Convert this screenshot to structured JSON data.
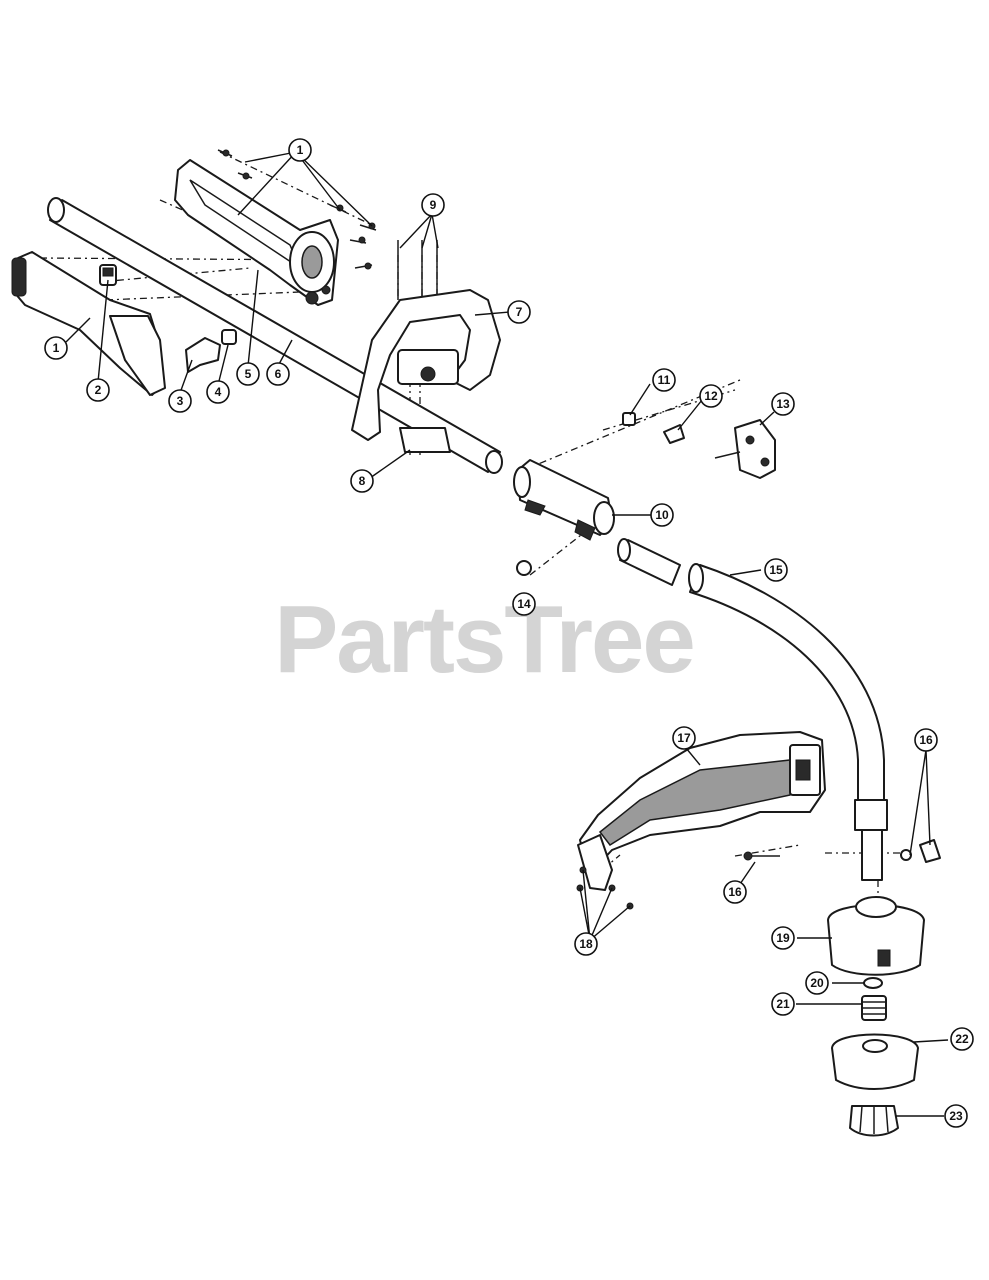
{
  "watermark": "PartsTree",
  "callouts": [
    {
      "id": "c1a",
      "label": "1"
    },
    {
      "id": "c1b",
      "label": "1"
    },
    {
      "id": "c2",
      "label": "2"
    },
    {
      "id": "c3",
      "label": "3"
    },
    {
      "id": "c4",
      "label": "4"
    },
    {
      "id": "c5",
      "label": "5"
    },
    {
      "id": "c6",
      "label": "6"
    },
    {
      "id": "c7",
      "label": "7"
    },
    {
      "id": "c8",
      "label": "8"
    },
    {
      "id": "c9",
      "label": "9"
    },
    {
      "id": "c10",
      "label": "10"
    },
    {
      "id": "c11",
      "label": "11"
    },
    {
      "id": "c12",
      "label": "12"
    },
    {
      "id": "c13",
      "label": "13"
    },
    {
      "id": "c14",
      "label": "14"
    },
    {
      "id": "c15",
      "label": "15"
    },
    {
      "id": "c16a",
      "label": "16"
    },
    {
      "id": "c16b",
      "label": "16"
    },
    {
      "id": "c17",
      "label": "17"
    },
    {
      "id": "c18",
      "label": "18"
    },
    {
      "id": "c19",
      "label": "19"
    },
    {
      "id": "c20",
      "label": "20"
    },
    {
      "id": "c21",
      "label": "21"
    },
    {
      "id": "c22",
      "label": "22"
    },
    {
      "id": "c23",
      "label": "23"
    }
  ]
}
